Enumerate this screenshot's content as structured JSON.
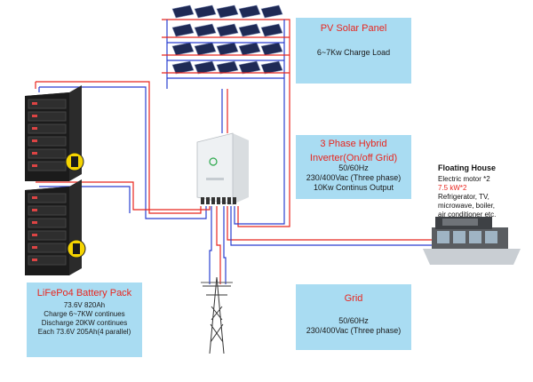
{
  "pv_panel": {
    "title": "PV Solar Panel",
    "line1": "6~7Kw Charge Load"
  },
  "inverter": {
    "title_line1": "3 Phase Hybrid",
    "title_line2": "Inverter(On/off Grid)",
    "line1": "50/60Hz",
    "line2": "230/400Vac (Three phase)",
    "line3": "10Kw Continus Output"
  },
  "grid": {
    "title": "Grid",
    "line1": "50/60Hz",
    "line2": "230/400Vac (Three phase)"
  },
  "battery": {
    "title": "LiFePo4 Battery Pack",
    "line1": "73.6V 820Ah",
    "line2": "Charge 6~7KW continues",
    "line3": "Discharge 20KW continues",
    "line4": "Each 73.6V 205Ah(4 parallel)"
  },
  "floating_house": {
    "title": "Floating House",
    "line1": "Electric motor *2",
    "line2": "7.5 kW*2",
    "line3": "Refrigerator,  TV,",
    "line4": "microwave,  boiler,",
    "line5": "air conditioner etc."
  },
  "colors": {
    "box_fill": "#a9dcf2",
    "title_red": "#e8261f",
    "wire_red": "#e8261f",
    "wire_blue": "#2a3fd0",
    "panel_navy": "#1f2a55"
  }
}
